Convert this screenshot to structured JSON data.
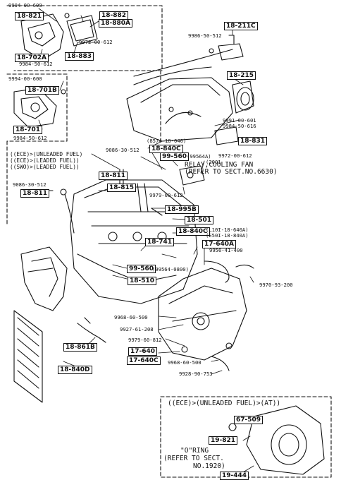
{
  "parts": {
    "p18_821": "18-821",
    "p18_882": "18-882",
    "p18_880A": "18-880A",
    "p18_702A": "18-702A",
    "p18_883": "18-883",
    "p18_211C": "18-211C",
    "p18_215": "18-215",
    "p18_701B": "18-701B",
    "p18_701": "18-701",
    "p18_831": "18-831",
    "p18_840C_a": "18-840C",
    "p99_560_a": "99-560",
    "p18_811_a": "18-811",
    "p18_811_b": "18-811",
    "p18_815": "18-815",
    "p18_995B": "18-995B",
    "p18_501": "18-501",
    "p18_840C_b": "18-840C",
    "p17_640A": "17-640A",
    "p18_741": "18-741",
    "p99_560_b": "99-560",
    "p18_510": "18-510",
    "p18_861B": "18-861B",
    "p18_840D": "18-840D",
    "p17_640": "17-640",
    "p17_640C": "17-640C",
    "p67_509": "67-509",
    "p19_821": "19-821",
    "p19_444": "19-444"
  },
  "numbers": {
    "n9994_top": "9994-00-600",
    "n9972_612_a": "9972-00-612",
    "n9984_612": "9984-50-612",
    "n9986_512": "9986-50-512",
    "n9994_mid": "9994-00-600",
    "n9984_612_b": "9984-50-612",
    "n9991_601": "9991-00-601",
    "n9984_616": "9984-50-616",
    "n8574": "(8574-18-040)",
    "n9086_512_a": "9086-30-512",
    "n99564a": "(99564A)",
    "n2001": "(2001",
    "n9972_612_b": "9972-00-612",
    "n9086_512_b": "9086-30-512",
    "n9979_612": "9979-60-612",
    "n840A_a": "(L10I-18-640A)",
    "n840A_b": "(E50I-18-840A)",
    "n9956": "9956-41-400",
    "n99564_0800": "(99564-0800)",
    "n9970": "9970-93-200",
    "n9968_a": "9968-60-500",
    "n9927": "9927-61-208",
    "n9979_812": "9979-60-812",
    "n9968_b": "9968-60-500",
    "n9928": "9928-90-753"
  },
  "notes": {
    "relay_1": "RELAY,COOLING FAN",
    "relay_2": "(REFER TO SECT.NO.6630)",
    "ece_unleaded": "((ECE)>(UNLEADED FUEL)",
    "ece_leaded": "((ECE)>(LEADED FUEL))",
    "swo_leaded": "((SWO)>(LEADED FUEL))",
    "at_header": "((ECE)>(UNLEADED FUEL)>(AT))",
    "oring_1": "\"O\"RING",
    "oring_2": "(REFER TO SECT.",
    "oring_3": "NO.1920)"
  }
}
